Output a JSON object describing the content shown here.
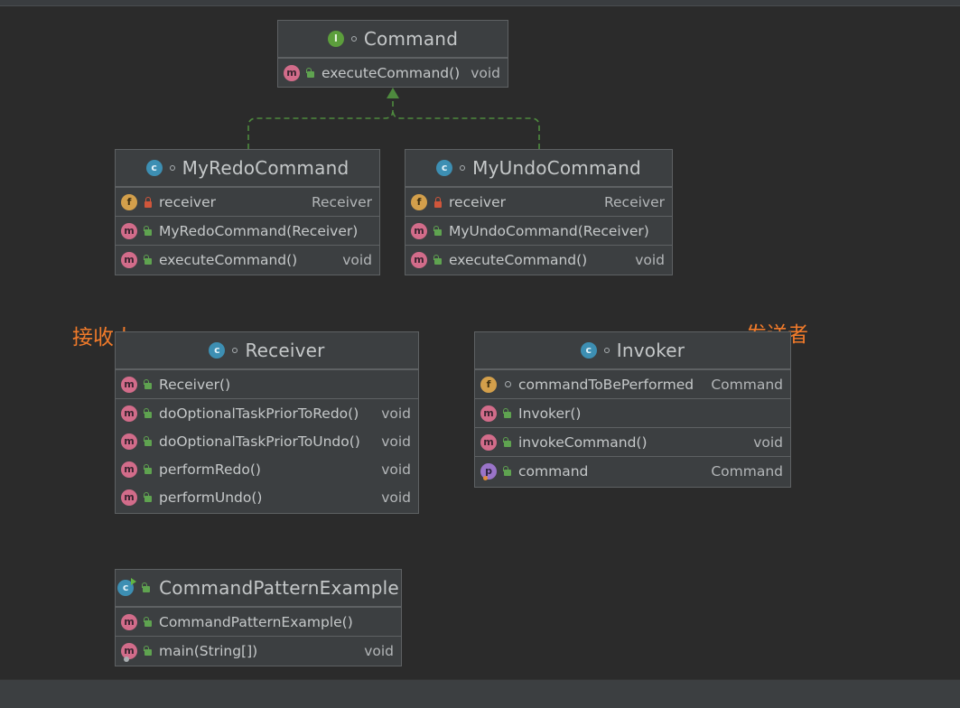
{
  "annotations": {
    "receiver_note": "接收人",
    "sender_note": "发送者"
  },
  "colors": {
    "background": "#2b2b2b",
    "node_fill": "#3c3f41",
    "node_border": "#5e6163",
    "edge": "#4e8a3e",
    "annotation": "#f07a2a"
  },
  "nodes": {
    "command": {
      "kind": "interface",
      "kind_letter": "I",
      "title": "Command",
      "methods": [
        {
          "icon": "m",
          "name": "executeCommand()",
          "type": "void"
        }
      ]
    },
    "my_redo_command": {
      "kind": "class",
      "kind_letter": "c",
      "title": "MyRedoCommand",
      "fields": [
        {
          "icon": "f",
          "name": "receiver",
          "type": "Receiver"
        }
      ],
      "constructors": [
        {
          "icon": "m",
          "name": "MyRedoCommand(Receiver)",
          "type": ""
        }
      ],
      "methods": [
        {
          "icon": "m",
          "name": "executeCommand()",
          "type": "void"
        }
      ]
    },
    "my_undo_command": {
      "kind": "class",
      "kind_letter": "c",
      "title": "MyUndoCommand",
      "fields": [
        {
          "icon": "f",
          "name": "receiver",
          "type": "Receiver"
        }
      ],
      "constructors": [
        {
          "icon": "m",
          "name": "MyUndoCommand(Receiver)",
          "type": ""
        }
      ],
      "methods": [
        {
          "icon": "m",
          "name": "executeCommand()",
          "type": "void"
        }
      ]
    },
    "receiver": {
      "kind": "class",
      "kind_letter": "c",
      "title": "Receiver",
      "constructors": [
        {
          "icon": "m",
          "name": "Receiver()",
          "type": ""
        }
      ],
      "methods": [
        {
          "icon": "m",
          "name": "doOptionalTaskPriorToRedo()",
          "type": "void"
        },
        {
          "icon": "m",
          "name": "doOptionalTaskPriorToUndo()",
          "type": "void"
        },
        {
          "icon": "m",
          "name": "performRedo()",
          "type": "void"
        },
        {
          "icon": "m",
          "name": "performUndo()",
          "type": "void"
        }
      ]
    },
    "invoker": {
      "kind": "class",
      "kind_letter": "c",
      "title": "Invoker",
      "fields": [
        {
          "icon": "f",
          "name": "commandToBePerformed",
          "type": "Command"
        }
      ],
      "constructors": [
        {
          "icon": "m",
          "name": "Invoker()",
          "type": ""
        }
      ],
      "methods": [
        {
          "icon": "m",
          "name": "invokeCommand()",
          "type": "void"
        }
      ],
      "properties": [
        {
          "icon": "p",
          "name": "command",
          "type": "Command"
        }
      ]
    },
    "command_pattern_example": {
      "kind": "main-class",
      "kind_letter": "c",
      "title": "CommandPatternExample",
      "constructors": [
        {
          "icon": "m",
          "name": "CommandPatternExample()",
          "type": ""
        }
      ],
      "methods": [
        {
          "icon": "m",
          "name": "main(String[])",
          "type": "void"
        }
      ]
    }
  },
  "edges": [
    {
      "from": "my_redo_command",
      "to": "command",
      "relation": "implements"
    },
    {
      "from": "my_undo_command",
      "to": "command",
      "relation": "implements"
    }
  ]
}
